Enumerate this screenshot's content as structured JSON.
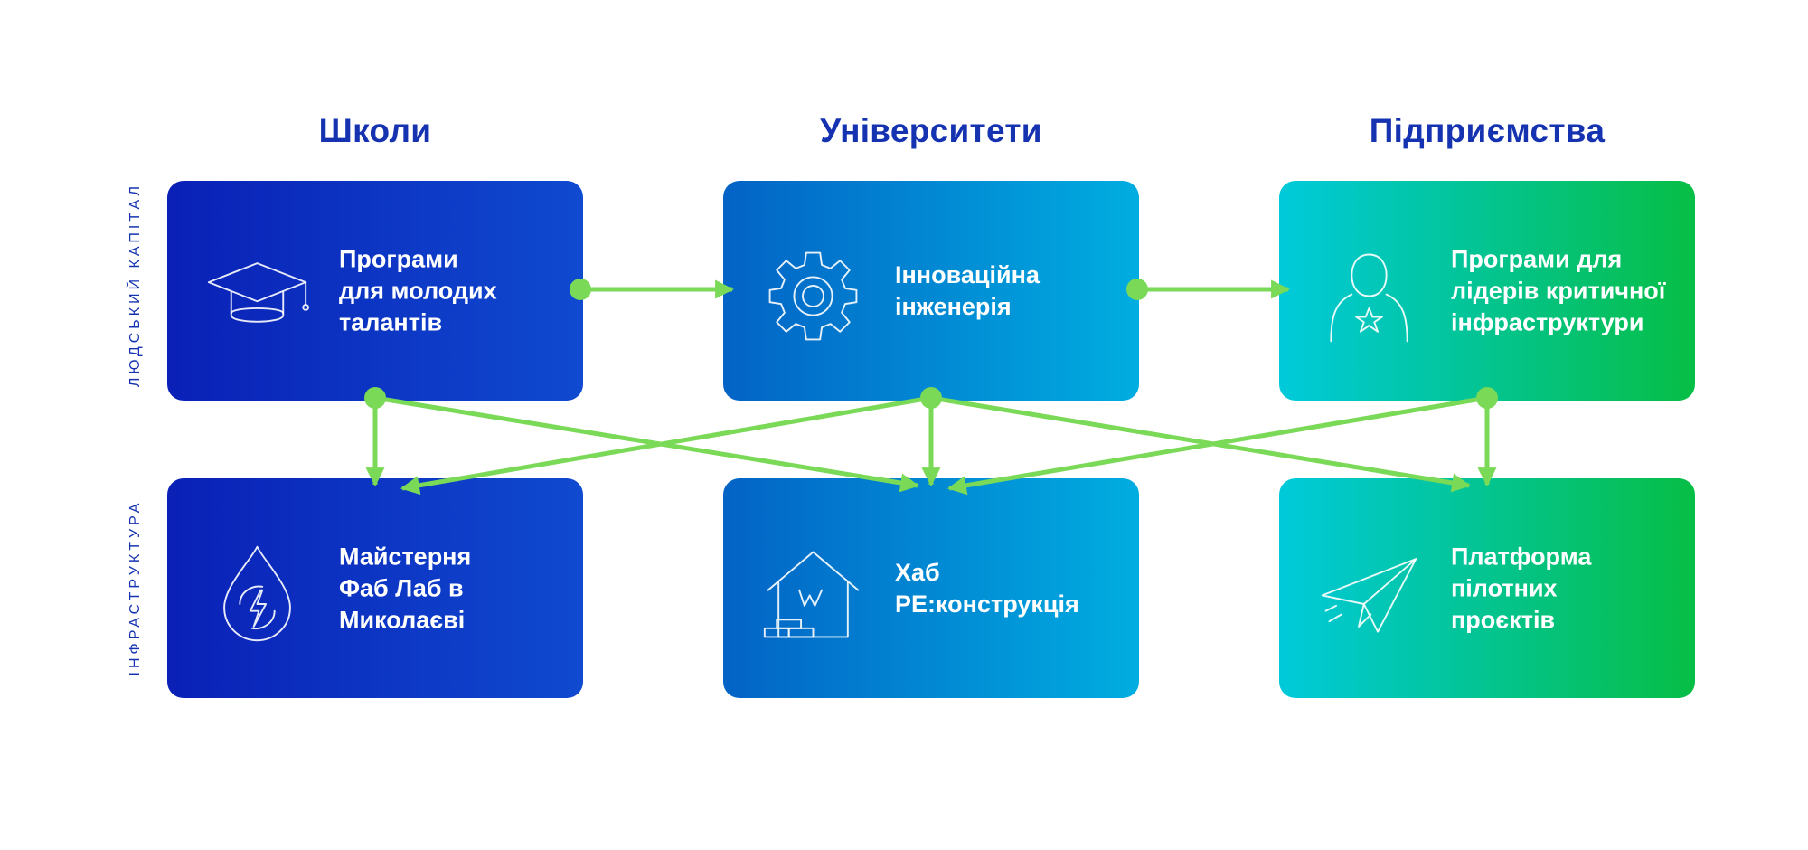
{
  "columns": [
    "Школи",
    "Університети",
    "Підприємства"
  ],
  "rows": [
    "ЛЮДСЬКИЙ КАПІТАЛ",
    "ІНФРАСТРУКТУРА"
  ],
  "cards": {
    "r1c1": {
      "text": "Програми\nдля молодих\nталантів",
      "icon": "graduation-cap-icon"
    },
    "r1c2": {
      "text": "Інноваційна\nінженерія",
      "icon": "gear-icon"
    },
    "r1c3": {
      "text": "Програми для\nлідерів критичної\nінфраструктури",
      "icon": "person-star-icon"
    },
    "r2c1": {
      "text": "Майстерня\nФаб Лаб в\nМиколаєві",
      "icon": "energy-drop-icon"
    },
    "r2c2": {
      "text": "Хаб\nРЕ:конструкція",
      "icon": "house-bricks-icon"
    },
    "r2c3": {
      "text": "Платформа\nпілотних\nпроєктів",
      "icon": "paper-plane-icon"
    }
  },
  "colors": {
    "title": "#1533b0",
    "arrow": "#7ad957",
    "card_blue": [
      "#0a20b6",
      "#0f4ad0"
    ],
    "card_mid": [
      "#0363c6",
      "#00ade0"
    ],
    "card_green": [
      "#00cadb",
      "#07be45"
    ]
  }
}
